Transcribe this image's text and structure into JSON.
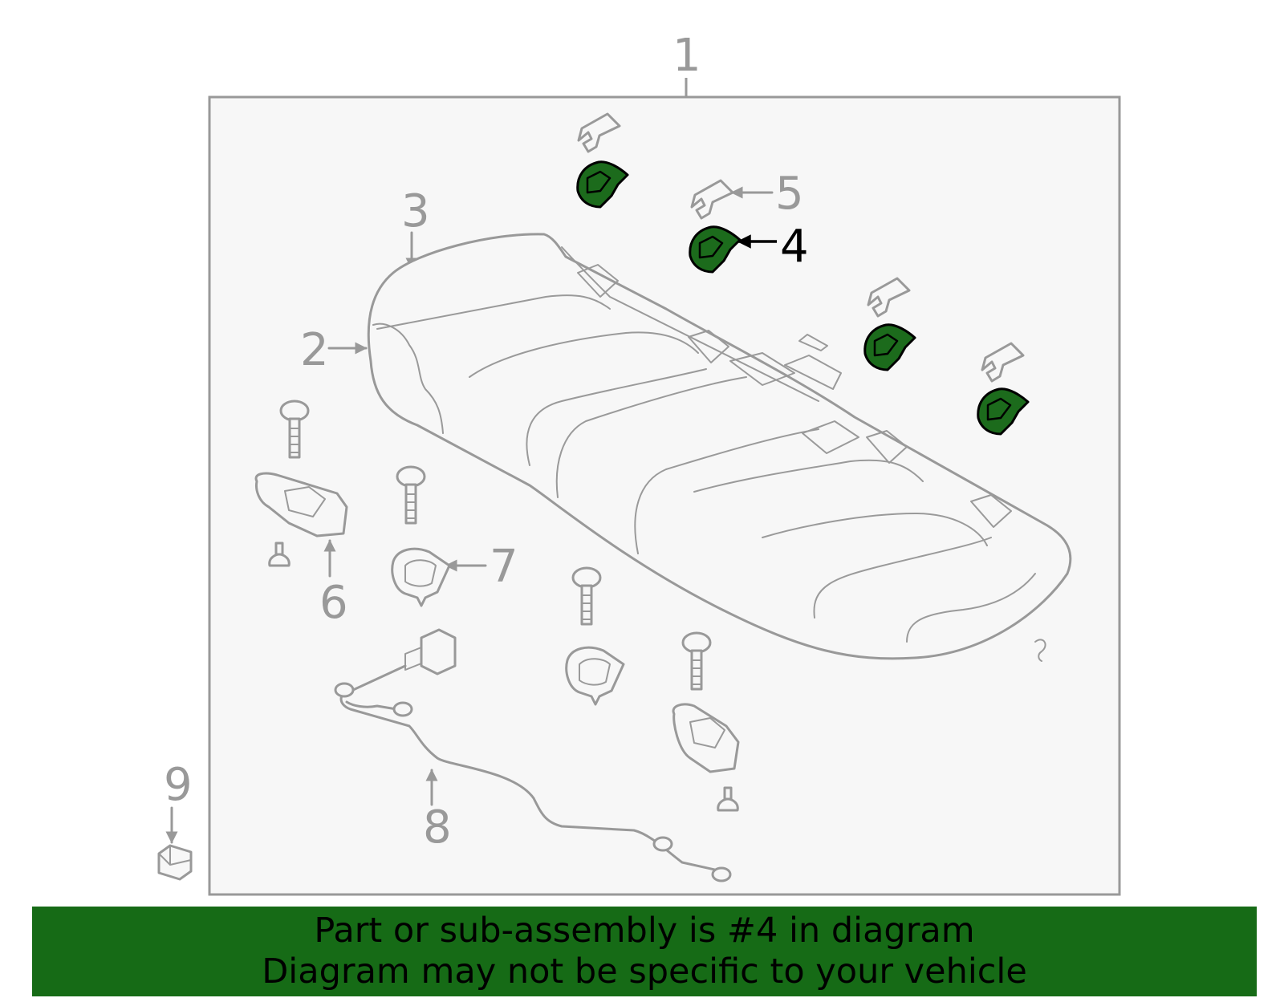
{
  "callouts": {
    "c1": "1",
    "c2": "2",
    "c3": "3",
    "c4": "4",
    "c5": "5",
    "c6": "6",
    "c7": "7",
    "c8": "8",
    "c9": "9"
  },
  "highlighted_part": "4",
  "banner": {
    "line1": "Part or sub-assembly is #4 in diagram",
    "line2": "Diagram may not be specific to your vehicle"
  },
  "colors": {
    "highlight": "#1c6b1c",
    "banner": "#166b16",
    "line": "#999999",
    "panel": "#f7f7f7"
  }
}
